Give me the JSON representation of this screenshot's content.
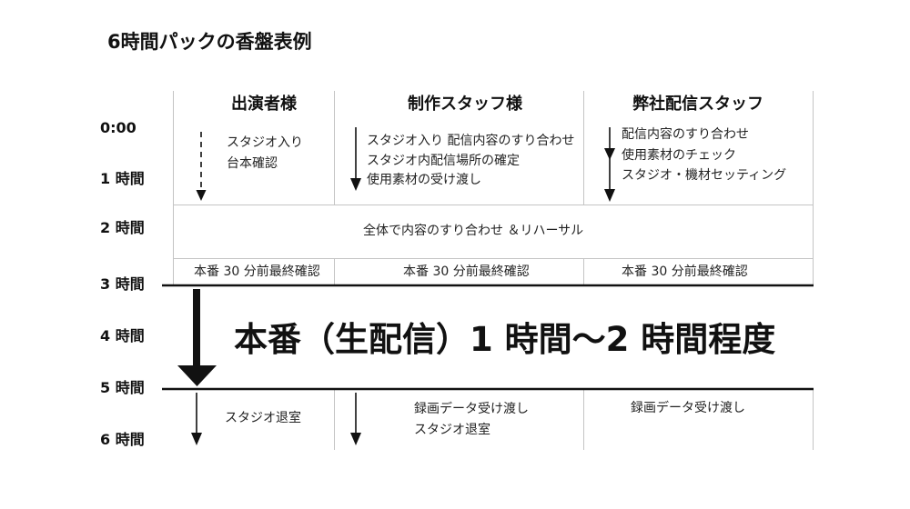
{
  "title": "6時間パックの香盤表例",
  "time_labels": [
    "0:00",
    "1 時間",
    "2 時間",
    "3 時間",
    "4 時間",
    "5 時間",
    "6 時間"
  ],
  "columns": [
    {
      "header": "出演者様",
      "before": [
        "スタジオ入り",
        "台本確認"
      ],
      "final_check": "本番 30 分前最終確認",
      "after": [
        "スタジオ退室"
      ]
    },
    {
      "header": "制作スタッフ様",
      "before": [
        "スタジオ入り 配信内容のすり合わせ",
        "スタジオ内配信場所の確定",
        "使用素材の受け渡し"
      ],
      "final_check": "本番 30 分前最終確認",
      "after": [
        "録画データ受け渡し",
        "スタジオ退室"
      ]
    },
    {
      "header": "弊社配信スタッフ",
      "before": [
        "配信内容のすり合わせ",
        "使用素材のチェック",
        "スタジオ・機材セッティング"
      ],
      "final_check": "本番 30 分前最終確認",
      "after": [
        "録画データ受け渡し"
      ]
    }
  ],
  "rehearsal": "全体で内容のすり合わせ ＆リハーサル",
  "live_broadcast": "本番（生配信）1 時間～2 時間程度",
  "colors": {
    "grid_line": "#c4c4c4",
    "ink": "#111111",
    "text": "#222222"
  }
}
